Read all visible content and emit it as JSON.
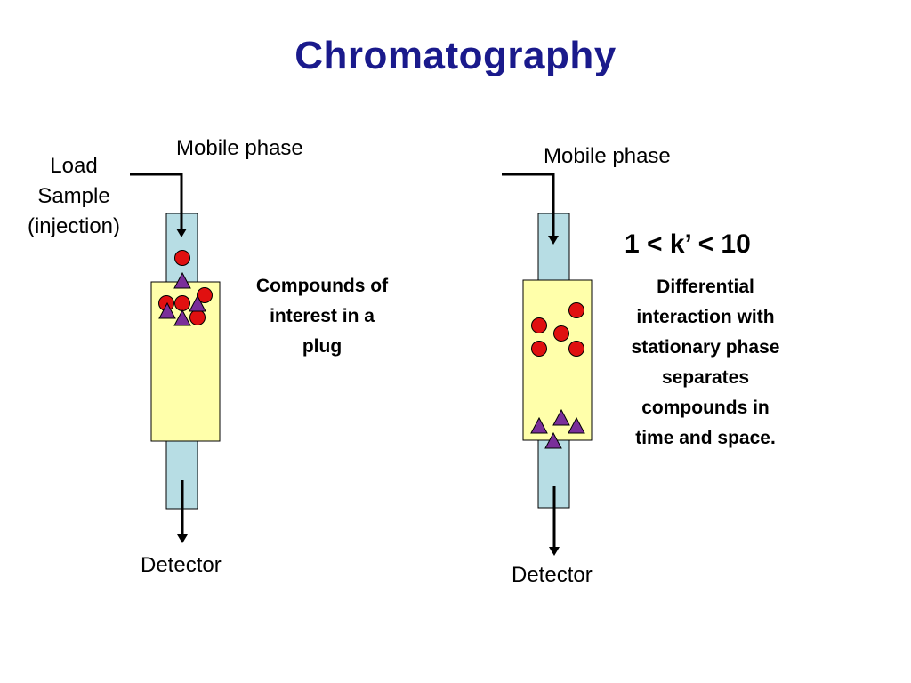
{
  "title": "Chromatography",
  "left_panel": {
    "load_sample": [
      "Load",
      "Sample",
      "(injection)"
    ],
    "mobile_phase": "Mobile phase",
    "detector": "Detector",
    "note": [
      "Compounds of",
      "interest in a",
      "plug"
    ]
  },
  "right_panel": {
    "mobile_phase": "Mobile phase",
    "detector": "Detector",
    "k_range": "1 < k’ < 10",
    "note": [
      "Differential",
      "interaction with",
      "stationary phase",
      "separates",
      "compounds in",
      "time and space."
    ]
  },
  "colors": {
    "title": "#1a1a8c",
    "tube": "#b7dde4",
    "column": "#ffffaa",
    "circle": "#e01010",
    "triangle": "#7a2f9a"
  },
  "legend_shapes": {
    "circle": "red-circle-compound",
    "triangle": "purple-triangle-compound"
  }
}
